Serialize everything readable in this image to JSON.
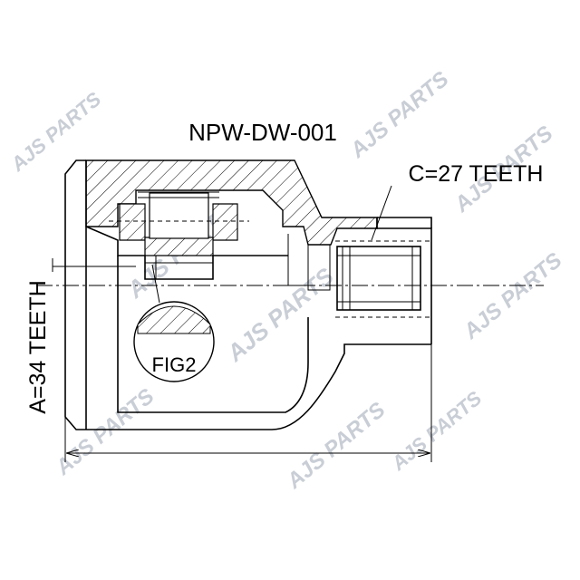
{
  "part_number": "NPW-DW-001",
  "dimensions": {
    "spline_c": "C=27 TEETH",
    "spline_a": "A=34 TEETH"
  },
  "figure_label": "FIG2",
  "watermark": {
    "text": "AJS PARTS"
  },
  "colors": {
    "line": "#000000",
    "watermark": "#c9ced6",
    "background": "#ffffff"
  }
}
